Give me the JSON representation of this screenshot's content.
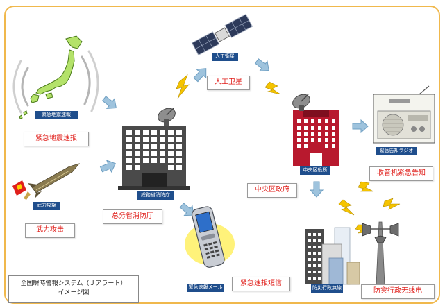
{
  "diagram": {
    "title_line1": "全国瞬時警報システム（Ｊアラート）",
    "title_line2": "イメージ図"
  },
  "nodes": {
    "earthquake": {
      "jp_label": "緊急地震速報",
      "cn_label": "紧急地震速报"
    },
    "attack": {
      "jp_label": "武力攻撃",
      "cn_label": "武力攻击"
    },
    "fdma": {
      "jp_label": "総務省消防庁",
      "cn_label": "总务省消防厅"
    },
    "satellite": {
      "jp_label": "人工衛星",
      "cn_label": "人工卫星"
    },
    "mobile": {
      "jp_label": "緊急速報メール",
      "cn_label": "紧急速报短信"
    },
    "ward": {
      "jp_label": "中央区役所",
      "cn_label": "中央区政府"
    },
    "radio": {
      "jp_label": "緊急告知ラジオ",
      "cn_label": "收音机紧急告知"
    },
    "wireless": {
      "jp_label": "防災行政無線",
      "cn_label": "防灾行政无线电"
    }
  },
  "colors": {
    "frame": "#f0b84c",
    "label_bg": "#1f4e8c",
    "annotation_text": "#e0201c",
    "arrow": "#9ec3dd",
    "lightning": "#f5c400",
    "japan": "#b4e26a",
    "ward_building": "#b8192e"
  }
}
